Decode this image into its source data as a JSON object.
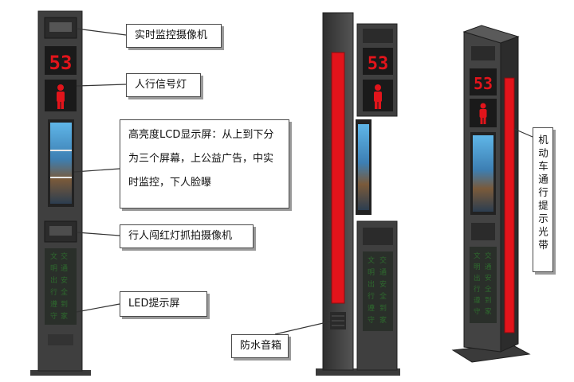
{
  "labels": {
    "camera": "实时监控摄像机",
    "pedestrian_light": "人行信号灯",
    "lcd_screen": "高亮度LCD显示屏：从上到下分为三个屏幕，上公益广告，中实时监控，下人脸曝",
    "violation_camera": "行人闯红灯抓拍摄像机",
    "led_screen": "LED提示屏",
    "speaker": "防水音箱",
    "light_strip": "机动车通行提示光带"
  },
  "countdown": [
    "53",
    "53",
    "53"
  ],
  "led_text": "文明出行 遵守交通 安全到家",
  "colors": {
    "pole": "#3f3f3f",
    "red": "#e2141b",
    "led_green": "#2e6b2e",
    "callout_border": "#4a4a4a"
  }
}
